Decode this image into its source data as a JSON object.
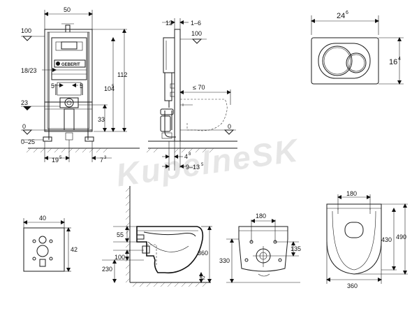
{
  "watermark": "KupelneSK",
  "frame_front": {
    "width": "50",
    "level_top": "100",
    "button_height": "18/23",
    "bolt_left": "5",
    "bolt_right": "5",
    "waste_height": "23",
    "zero": "0",
    "floor_range": "0–25",
    "height_112": "112",
    "height_104": "104",
    "height_104_sup": "5",
    "height_33": "33",
    "offset_19": "19",
    "offset_19_sup": "5",
    "offset_7": "7",
    "offset_7_sup": "3",
    "brand": "GEBERIT"
  },
  "frame_side": {
    "depth": "12",
    "range": "1–6",
    "level_top": "100",
    "bowl_depth": "≤ 70",
    "zero": "0",
    "d4": "4",
    "d4_sup": "8",
    "d9": "9–13",
    "d9_sup": "5"
  },
  "flush_plate": {
    "width": "24",
    "width_sup": "6",
    "height": "16",
    "height_sup": "4"
  },
  "front_panel": {
    "width": "40",
    "height": "42"
  },
  "bowl_side": {
    "d55": "55",
    "d100": "100",
    "d230": "230",
    "d360": "360",
    "d52": "52"
  },
  "bowl_front": {
    "d180": "180",
    "d135": "135",
    "d330": "330"
  },
  "bowl_top": {
    "d180": "180",
    "d430": "430",
    "d490": "490",
    "d360": "360"
  }
}
